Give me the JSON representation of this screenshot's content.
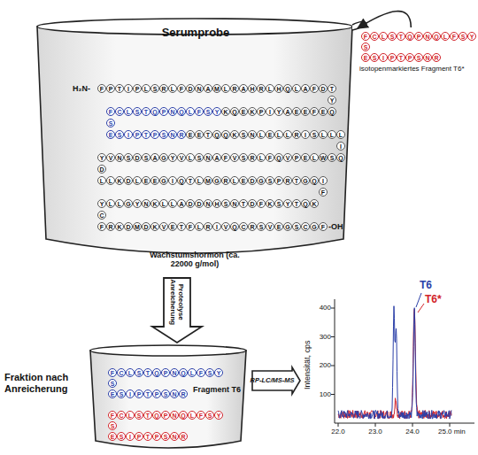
{
  "diagram": {
    "nodes": [
      {
        "text": [
          "Serumprobe",
          "Wachstumshormon (ca. 22000 g/mol)"
        ]
      },
      {
        "text": [
          "isotopenmarkiertes Fragment T6*"
        ]
      },
      {
        "text": [
          "Fraktion nach Anreicherung",
          "Fragment T6"
        ]
      },
      {
        "text": [
          "Intensität, cps"
        ]
      }
    ],
    "edges": [
      {
        "from": 1,
        "to": 0,
        "arrow": "to"
      },
      {
        "from": 0,
        "to": 2,
        "label": "Proteolyse Anreicherung",
        "arrow": "to"
      },
      {
        "from": 2,
        "to": 3,
        "label": "RP-LC/MS-MS",
        "arrow": "to"
      }
    ],
    "labels": [
      "H₂N-",
      "FPTIPLSRLFDNAMLRAHRLHQLAFDT",
      "Y",
      "FCLSTQPNQLFSYKQEKPIYAEEFEQ",
      "S",
      "ESIPTPSNREETQQKSNLELLRISLLL",
      "I",
      "YVNSDSAGYVLSNAFVSRLFQVPELWSQ",
      "D",
      "LLKDLEEGIQTLMGRLEDGSPRTGQI",
      "F",
      "YLLGYNKLLADDNHSNTDFKSYTQK",
      "C",
      "FRKDMDKVETFLRIVQCRSVEGSCGF",
      "-OH",
      "FCLSTQPNQLFSY",
      "S",
      "ESIPTPSNR",
      "FCLSTQPNQLFSY",
      "S",
      "ESIPTPSNR",
      "FCLSTQPNQLFSY",
      "S",
      "ESIPTPSNR",
      "T6",
      "T6*",
      "400",
      "300",
      "200",
      "100",
      "22.0",
      "23.0",
      "24.0",
      "25.0 min"
    ]
  }
}
